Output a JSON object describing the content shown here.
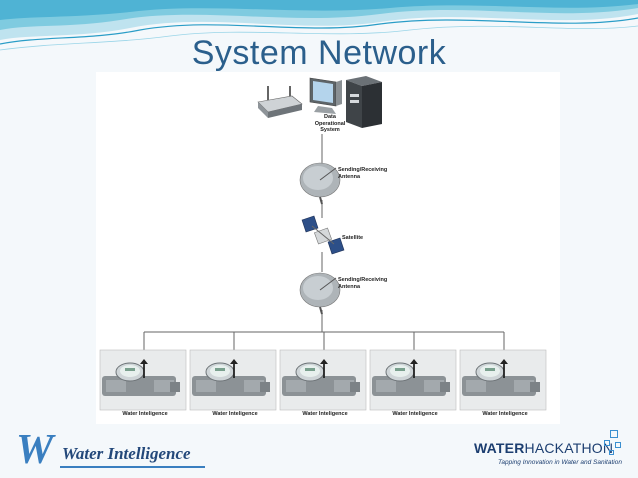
{
  "slide": {
    "title": "System Network"
  },
  "diagram": {
    "server_label": "Data\nOperational\nSystem",
    "antenna_top_label": "Sending/Receiving\nAntenna",
    "satellite_label": "Satellite",
    "antenna_bottom_label": "Sending/Receiving\nAntenna",
    "meters": [
      {
        "label": "Water Inteligence"
      },
      {
        "label": "Water Inteligence"
      },
      {
        "label": "Water Inteligence"
      },
      {
        "label": "Water Inteligence"
      },
      {
        "label": "Water Inteligence"
      }
    ]
  },
  "logos": {
    "left": {
      "letter": "W",
      "text": "Water Intelligence"
    },
    "right": {
      "name_part1": "WATER",
      "name_part2": "HACKATHON",
      "tagline": "Tapping Innovation in Water and Sanitation"
    }
  },
  "colors": {
    "title": "#2b5f8c",
    "accent": "#3a7fc0"
  }
}
